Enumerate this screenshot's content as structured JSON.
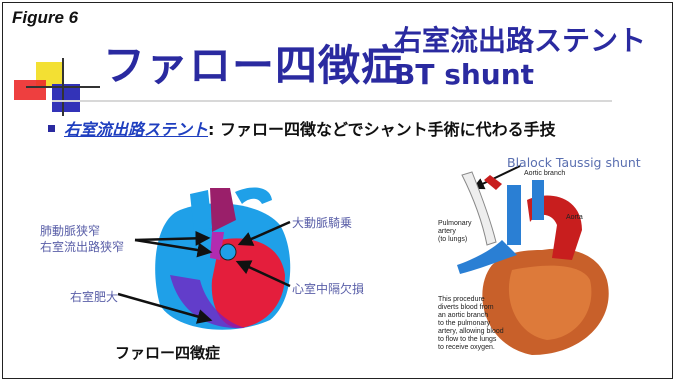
{
  "slide": {
    "figure_label": "Figure 6",
    "title": "ファロー四徴症",
    "subtitle_line1": "右室流出路ステント",
    "subtitle_line2": "BT shunt",
    "bullet_link": "右室流出路ステント",
    "bullet_rest": ": ファロー四徴などでシャント手術に代わる手技"
  },
  "left_diagram": {
    "label_pulm_stenosis": "肺動脈狭窄",
    "label_rvot_stenosis": "右室流出路狭窄",
    "label_overriding_aorta": "大動脈騎乗",
    "label_vsd": "心室中隔欠損",
    "label_rvh": "右室肥大",
    "caption": "ファロー四徴症"
  },
  "right_diagram": {
    "title": "Blalock Taussig shunt",
    "aortic_branch": "Aortic branch",
    "aorta": "Aorta",
    "pulmonary_artery_l1": "Pulmonary",
    "pulmonary_artery_l2": "artery",
    "pulmonary_artery_l3": "(to lungs)",
    "note_l1": "This procedure",
    "note_l2": "diverts blood from",
    "note_l3": "an aortic branch",
    "note_l4": "to the pulmonary",
    "note_l5": "artery, allowing blood",
    "note_l6": "to flow to the lungs",
    "note_l7": "to receive oxygen."
  },
  "colors": {
    "title": "#2a2aa0",
    "label": "#5a5fa8",
    "link": "#1f3fbf"
  }
}
